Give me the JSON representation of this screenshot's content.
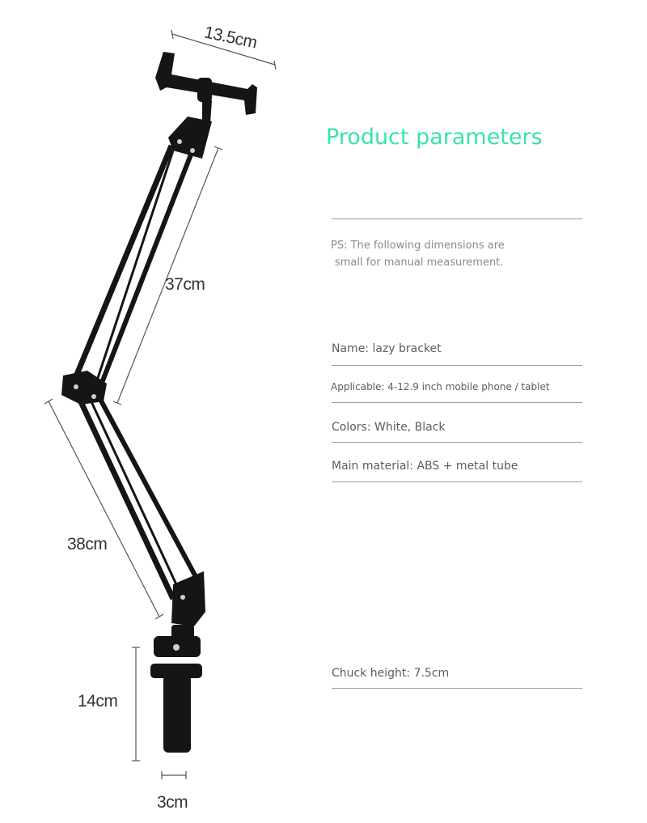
{
  "dimensions": {
    "clamp_width": "13.5cm",
    "upper_arm": "37cm",
    "lower_arm": "38cm",
    "base_height": "14cm",
    "tube_diameter": "3cm"
  },
  "panel": {
    "title": "Product parameters",
    "note_line1": "PS: The following dimensions are",
    "note_line2": "small for manual measurement.",
    "specs": [
      "Name: lazy bracket",
      "Applicable: 4-12.9 inch mobile phone / tablet",
      "Colors: White, Black",
      "Main material: ABS + metal tube",
      "Chuck height: 7.5cm"
    ]
  },
  "colors": {
    "title": "#39e3a8",
    "arm": "#151515",
    "rule": "#9a9a9a"
  }
}
